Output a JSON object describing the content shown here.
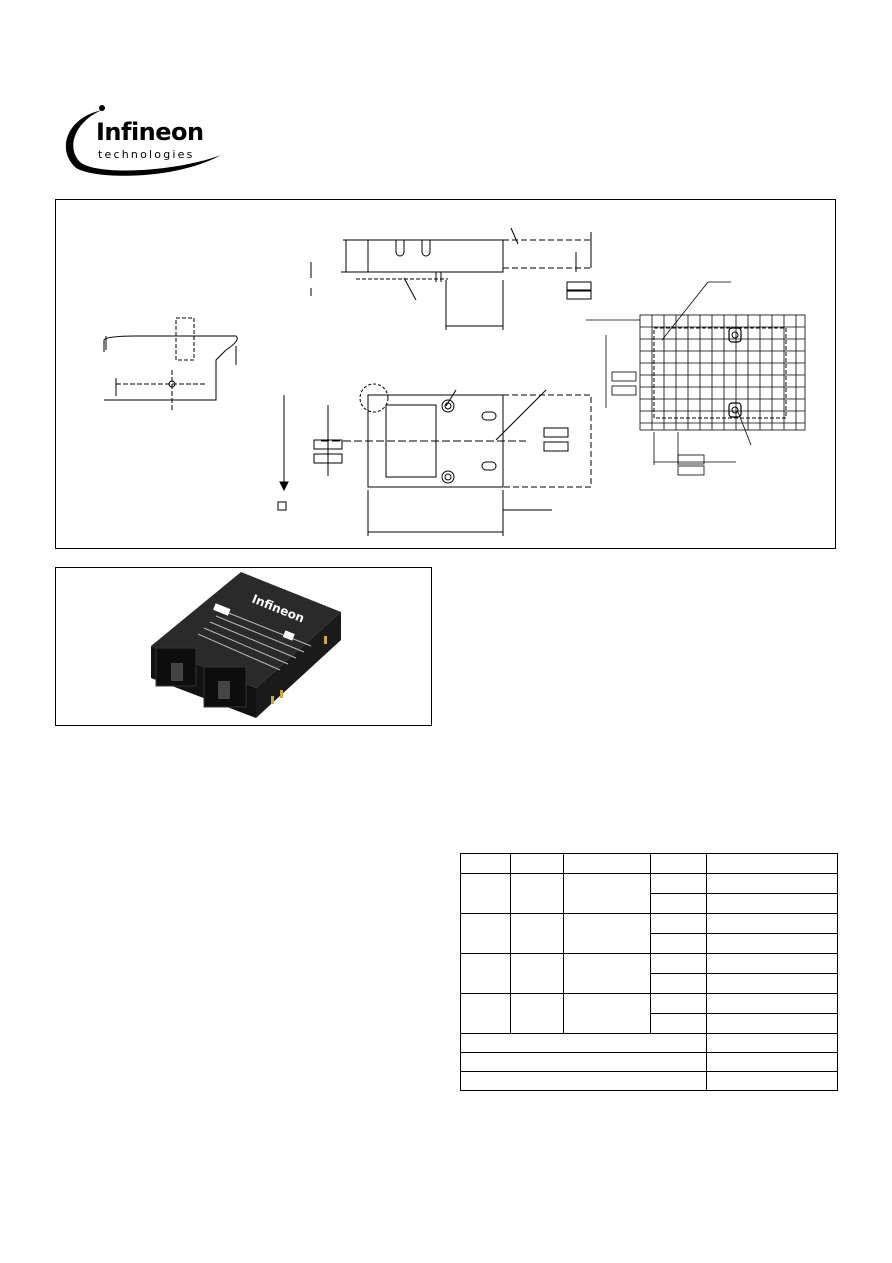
{
  "logo": {
    "brand": "Infineon",
    "sub": "technologies"
  },
  "drawing": {
    "label": "Package outline dimension drawing"
  },
  "photo": {
    "module_brand": "Infineon",
    "label": "Product photo"
  },
  "table": {
    "rows": 12,
    "columns": 5
  }
}
